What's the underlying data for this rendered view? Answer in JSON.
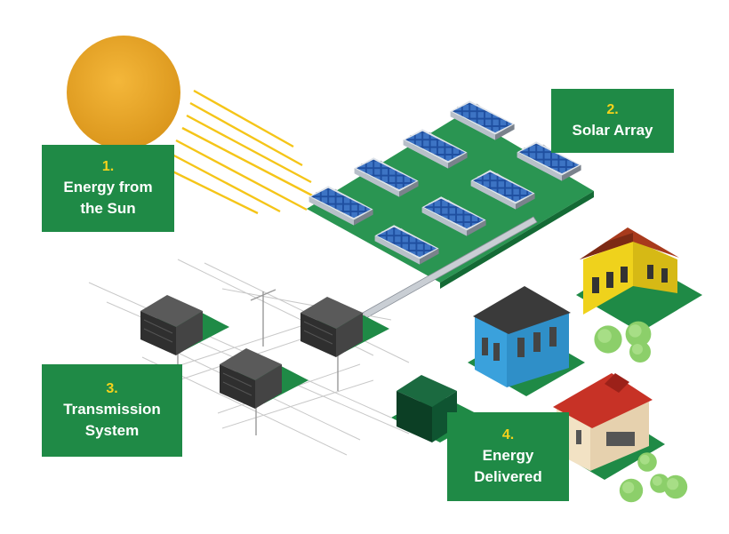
{
  "colors": {
    "label_bg": "#1f8a46",
    "label_number": "#f5d21b",
    "label_text": "#ffffff",
    "sun": "#e3a21c",
    "ray": "#f5c518",
    "panel": "#1f4fa0",
    "ground": "#1f8a46",
    "transformer": "#3a3a3a",
    "substation": "#0c4a2c"
  },
  "steps": [
    {
      "number": "1.",
      "text": "Energy from\nthe Sun"
    },
    {
      "number": "2.",
      "text": "Solar Array"
    },
    {
      "number": "3.",
      "text": "Transmission\nSystem"
    },
    {
      "number": "4.",
      "text": "Energy\nDelivered"
    }
  ]
}
